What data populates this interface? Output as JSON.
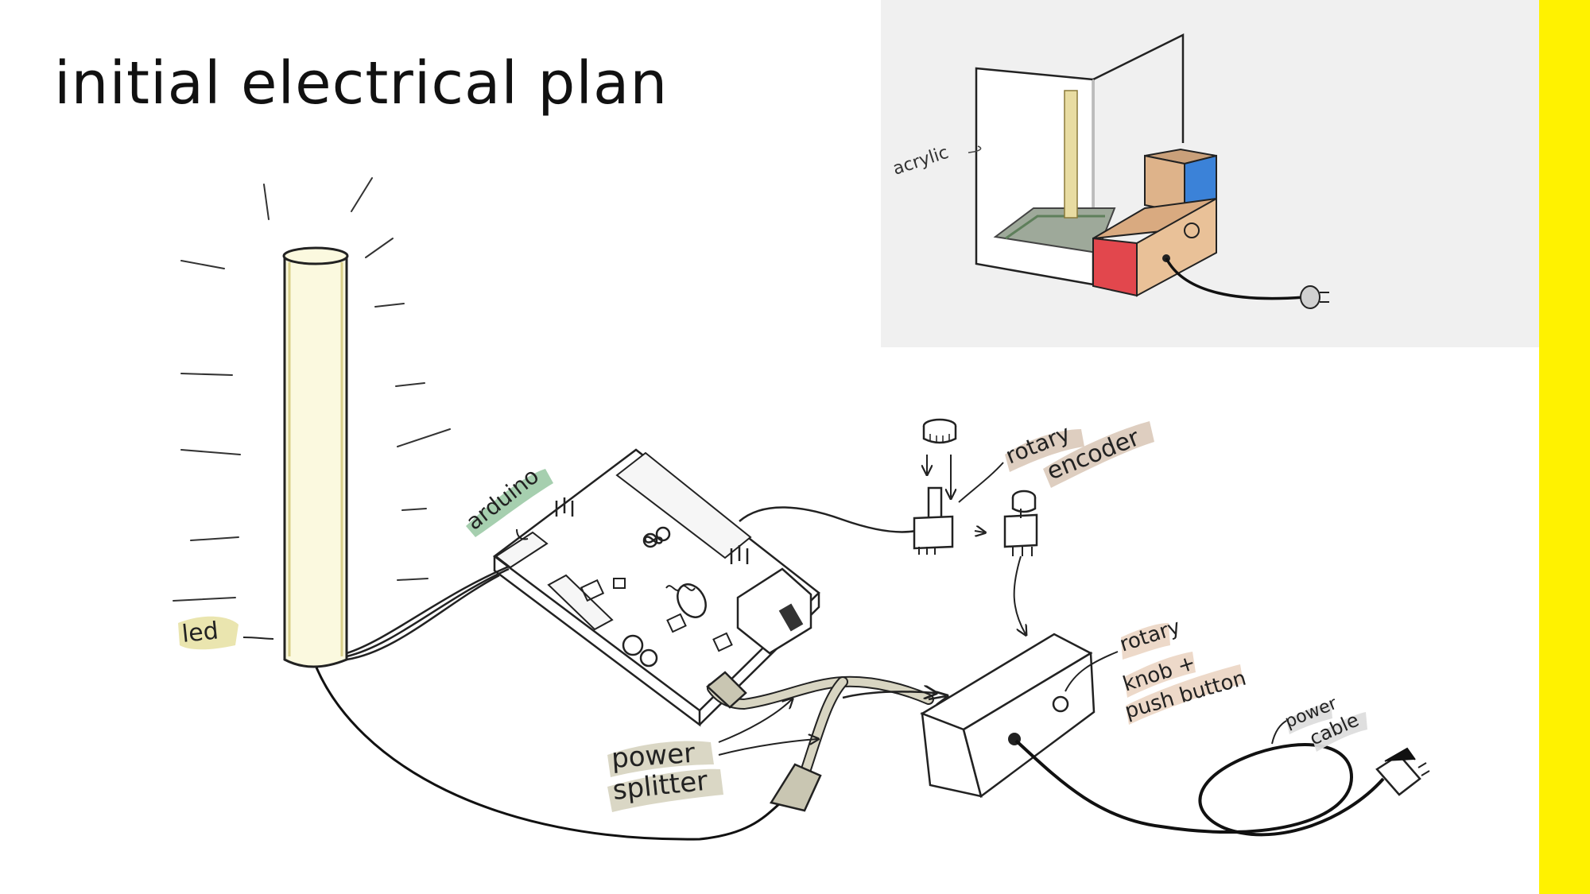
{
  "slide": {
    "title": "initial electrical plan",
    "accent_color": "#fff200"
  },
  "inset": {
    "background": "#f0f0f0",
    "label_acrylic": "acrylic"
  },
  "labels": {
    "led": "led",
    "arduino": "arduino",
    "rotary_encoder_line1": "rotary",
    "rotary_encoder_line2": "encoder",
    "knob_line1": "rotary",
    "knob_line2": "knob +",
    "knob_line3": "push button",
    "power_splitter_line1": "power",
    "power_splitter_line2": "splitter",
    "power_cable_line1": "power",
    "power_cable_line2": "cable"
  },
  "colors": {
    "highlight_led": "#e8e2a6",
    "highlight_arduino": "#9ccaa6",
    "highlight_encoder": "#dccbbd",
    "highlight_knob": "#ecd7c6",
    "highlight_splitter": "#d8d5c2",
    "highlight_cable": "#dddddd",
    "tube_fill": "#fbf9df",
    "box_tan": "#deb38a",
    "box_blue": "#3b82d8",
    "box_red": "#e2474d",
    "box_front": "#e9c198"
  }
}
